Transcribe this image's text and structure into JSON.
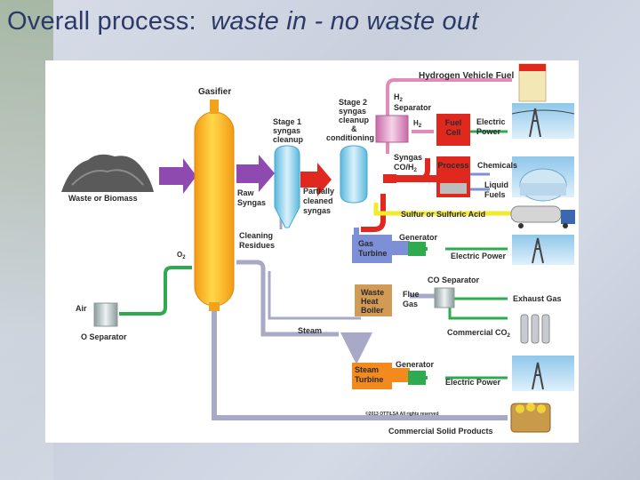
{
  "title": {
    "lead": "Overall process:",
    "emphasis": "waste in - no waste out"
  },
  "diagram": {
    "labels": {
      "hydrogen_vehicle_fuel": "Hydrogen Vehicle Fuel",
      "gasifier": "Gasifier",
      "h2_separator_line1": "H",
      "h2_separator_line2": "Separator",
      "h2": "H",
      "stage1_l1": "Stage 1",
      "stage1_l2": "syngas",
      "stage1_l3": "cleanup",
      "stage2_l1": "Stage 2",
      "stage2_l2": "syngas",
      "stage2_l3": "cleanup",
      "stage2_l4": "&",
      "stage2_l5": "conditioning",
      "fuel_cell_l1": "Fuel",
      "fuel_cell_l2": "Cell",
      "electric_power_1_l1": "Electric",
      "electric_power_1_l2": "Power",
      "waste_or_biomass": "Waste or Biomass",
      "raw_syngas_l1": "Raw",
      "raw_syngas_l2": "Syngas",
      "partially_l1": "Partially",
      "partially_l2": "cleaned",
      "partially_l3": "syngas",
      "syngas_l1": "Syngas",
      "syngas_l2": "CO/H",
      "process": "Process",
      "chemicals": "Chemicals",
      "liquid_fuels_l1": "Liquid",
      "liquid_fuels_l2": "Fuels",
      "sulfur": "Sulfur or Sulfuric Acid",
      "cleaning_l1": "Cleaning",
      "cleaning_l2": "Residues",
      "o2": "O",
      "generator_1": "Generator",
      "gas_turbine_l1": "Gas",
      "gas_turbine_l2": "Turbine",
      "electric_power_2": "Electric Power",
      "co2_separator": "CO Separator",
      "air": "Air",
      "o2_separator": "O Separator",
      "waste_heat_l1": "Waste",
      "waste_heat_l2": "Heat",
      "waste_heat_l3": "Boiler",
      "flue_gas_l1": "Flue",
      "flue_gas_l2": "Gas",
      "exhaust_gas": "Exhaust Gas",
      "commercial_co2": "Commercial CO",
      "steam": "Steam",
      "generator_2": "Generator",
      "steam_turbine_l1": "Steam",
      "steam_turbine_l2": "Turbine",
      "electric_power_3": "Electric Power",
      "copyright": "©2013 OTTILSA All rights reserved",
      "commercial_solid": "Commercial Solid Products",
      "sub2": "2"
    },
    "colors": {
      "syngas_purple": "#8e4ab0",
      "gasifier_orange": "#f7a21c",
      "syngas_red": "#e0281e",
      "steam_grey": "#a7a9c6",
      "oxygen_green": "#2eab4f",
      "hydrogen_pink": "#e48ab8",
      "sulfur_yellow": "#f2ea2b",
      "gas_turbine_blue": "#7d8fd6",
      "heat_boiler_tan": "#d19a55",
      "steam_turbine_orange": "#f28a1e",
      "fuel_cell_red": "#e0281e"
    }
  }
}
